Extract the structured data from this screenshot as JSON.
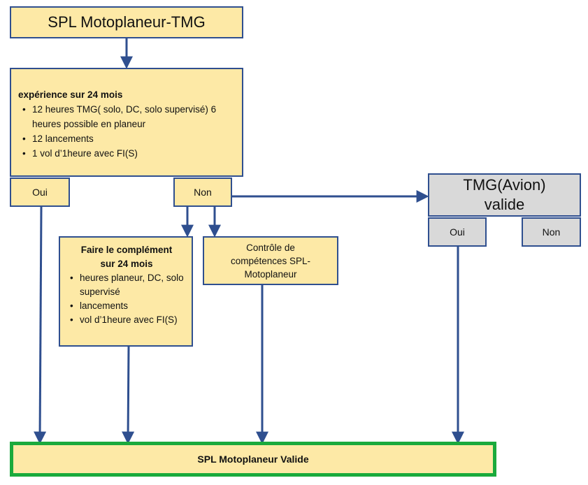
{
  "title": "SPL Motoplaneur-TMG",
  "experience": {
    "heading": "expérience sur 24 mois",
    "items": [
      "12 heures TMG( solo, DC, solo supervisé) 6 heures possible en planeur",
      "12 lancements",
      "1 vol d’1heure avec FI(S)"
    ]
  },
  "oui_1": "Oui",
  "non_1": "Non",
  "complement": {
    "heading_line1": "Faire le complément",
    "heading_line2": "sur 24 mois",
    "items": [
      "heures planeur, DC, solo supervisé",
      "lancements",
      "vol d’1heure avec FI(S)"
    ]
  },
  "controle": {
    "line1": "Contrôle de",
    "line2": "compétences SPL-",
    "line3": "Motoplaneur"
  },
  "tmg": {
    "line1": "TMG(Avion)",
    "line2": "valide"
  },
  "oui_2": "Oui",
  "non_2": "Non",
  "result": "SPL Motoplaneur Valide",
  "colors": {
    "box_fill": "#fde9a6",
    "box_border": "#2f4f8f",
    "gray_fill": "#d9d9d9",
    "result_border": "#1aaa3c",
    "arrow": "#2f4f8f"
  }
}
